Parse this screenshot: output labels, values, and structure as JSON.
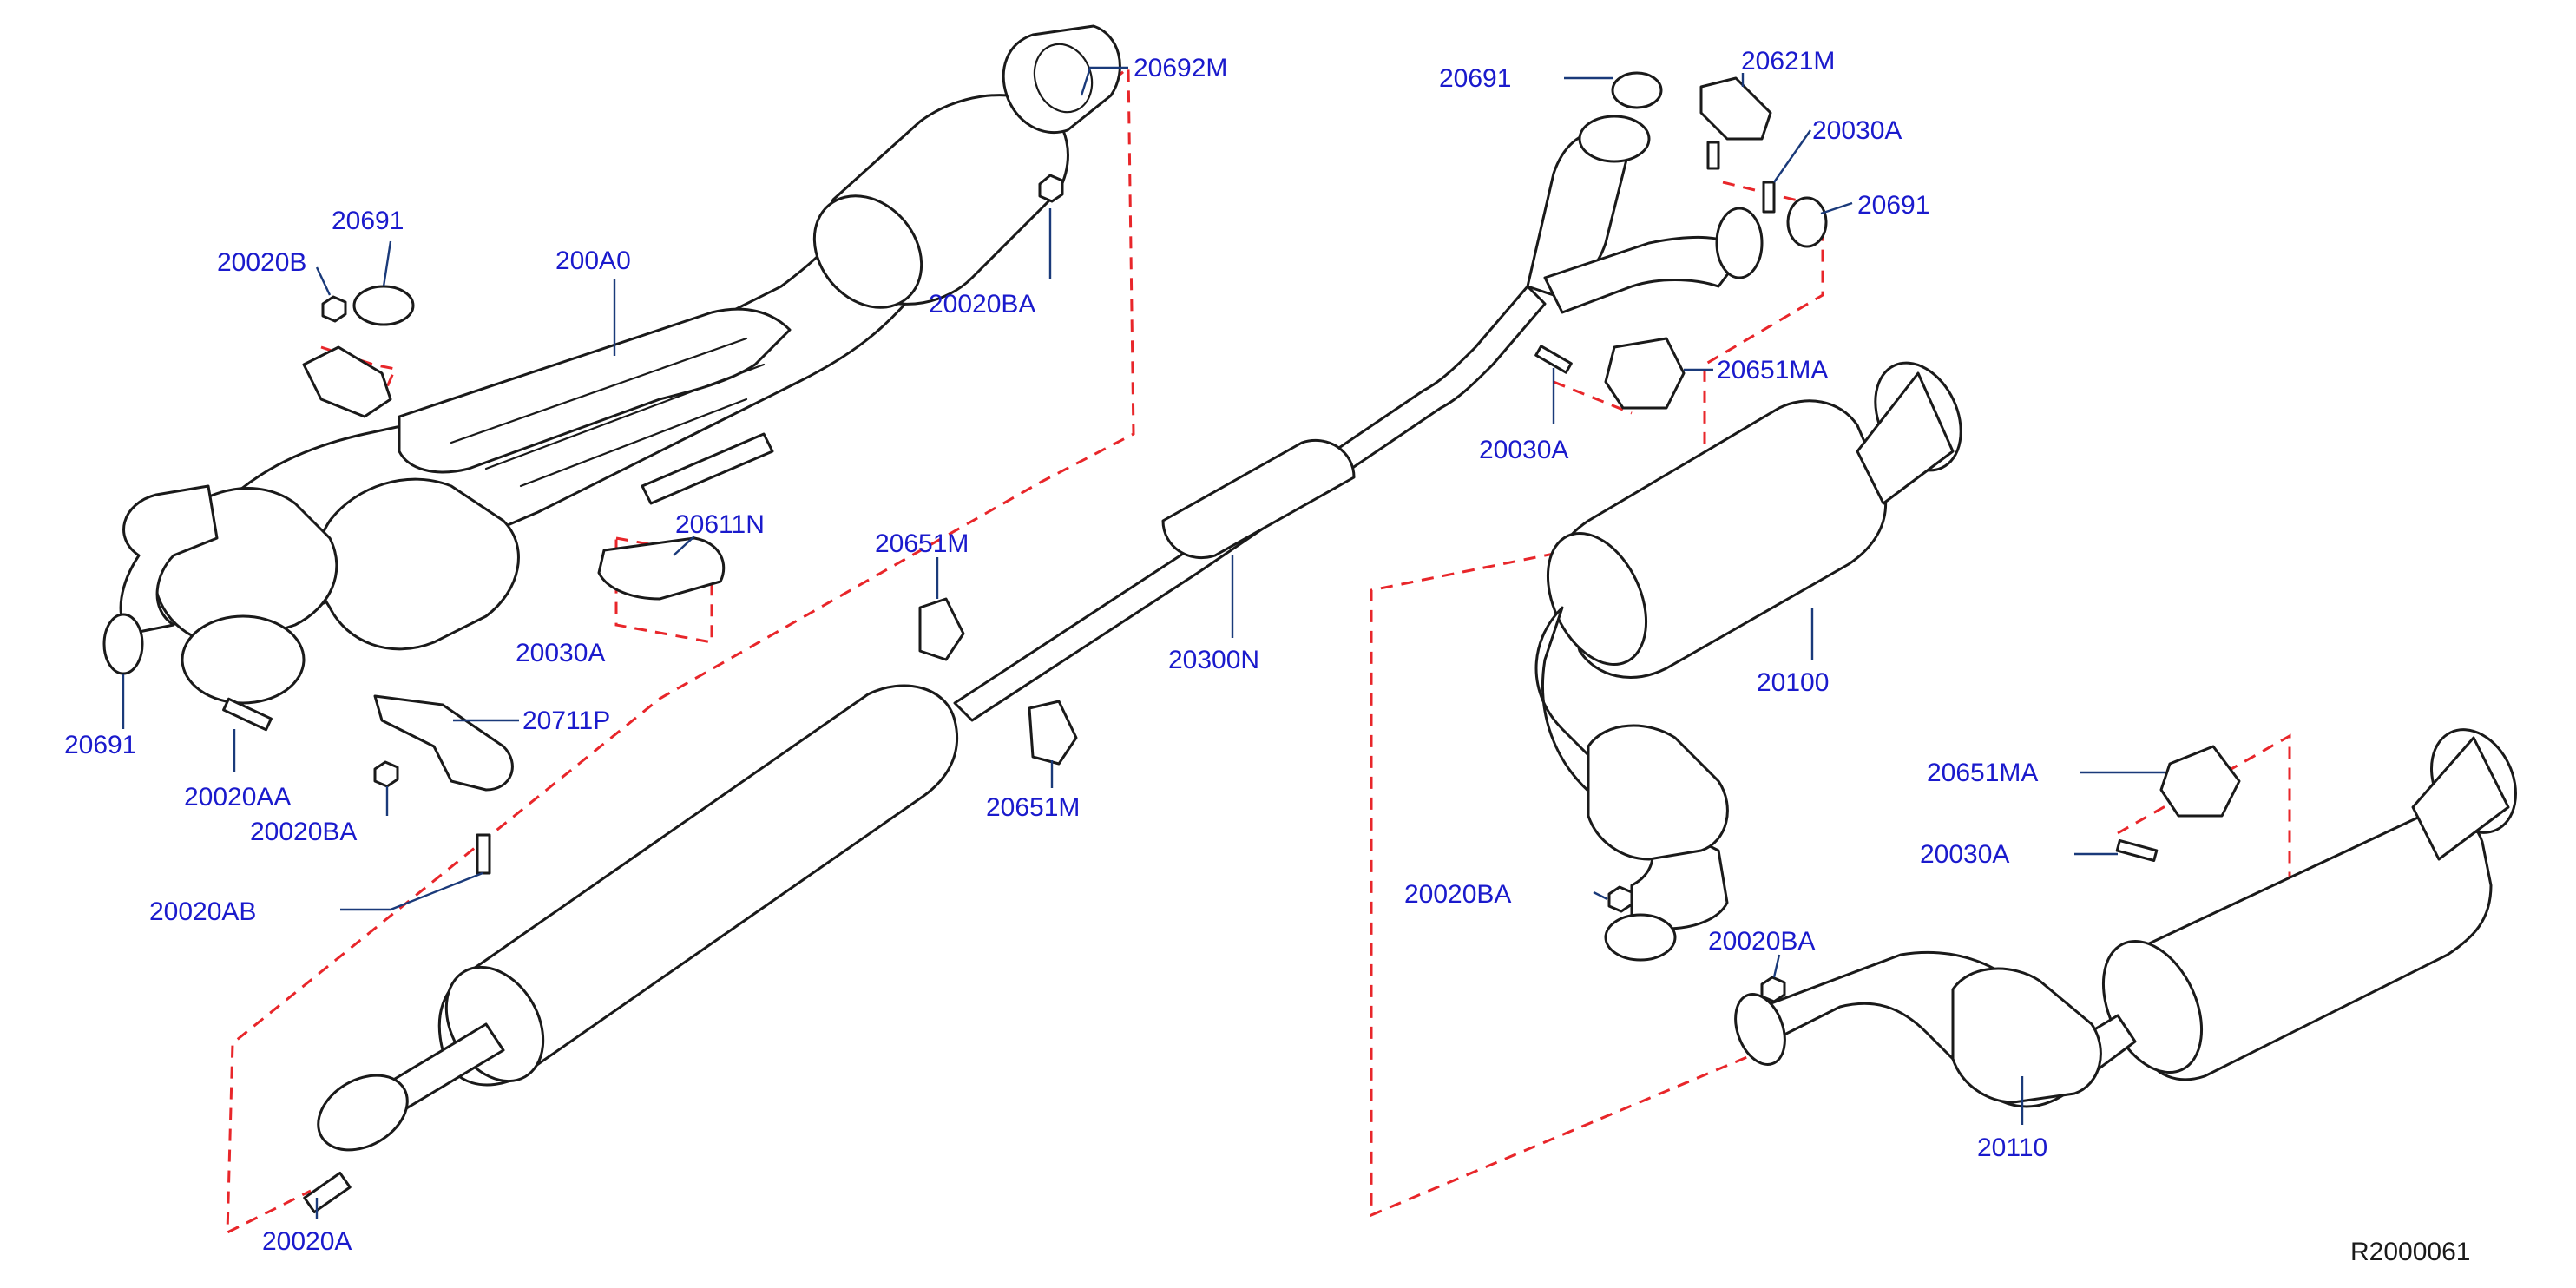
{
  "colors": {
    "label": "#1a1acc",
    "leader": "#1a3a7a",
    "dashed": "#e8262a",
    "line": "#1a1a1a",
    "background": "#ffffff"
  },
  "reference": "R2000061",
  "callouts": [
    {
      "id": "c01",
      "label": "20692M"
    },
    {
      "id": "c02",
      "label": "20691"
    },
    {
      "id": "c03",
      "label": "20020B"
    },
    {
      "id": "c04",
      "label": "200A0"
    },
    {
      "id": "c05",
      "label": "20020BA"
    },
    {
      "id": "c06",
      "label": "20611N"
    },
    {
      "id": "c07",
      "label": "20651M"
    },
    {
      "id": "c08",
      "label": "20030A"
    },
    {
      "id": "c09",
      "label": "20691"
    },
    {
      "id": "c10",
      "label": "20020AA"
    },
    {
      "id": "c11",
      "label": "20711P"
    },
    {
      "id": "c12",
      "label": "20020BA"
    },
    {
      "id": "c13",
      "label": "20020AB"
    },
    {
      "id": "c14",
      "label": "20300N"
    },
    {
      "id": "c15",
      "label": "20651M"
    },
    {
      "id": "c16",
      "label": "20020A"
    },
    {
      "id": "c17",
      "label": "20691"
    },
    {
      "id": "c18",
      "label": "20621M"
    },
    {
      "id": "c19",
      "label": "20030A"
    },
    {
      "id": "c20",
      "label": "20691"
    },
    {
      "id": "c21",
      "label": "20651MA"
    },
    {
      "id": "c22",
      "label": "20030A"
    },
    {
      "id": "c23",
      "label": "20100"
    },
    {
      "id": "c24",
      "label": "20020BA"
    },
    {
      "id": "c25",
      "label": "20020BA"
    },
    {
      "id": "c26",
      "label": "20651MA"
    },
    {
      "id": "c27",
      "label": "20030A"
    },
    {
      "id": "c28",
      "label": "20110"
    }
  ]
}
